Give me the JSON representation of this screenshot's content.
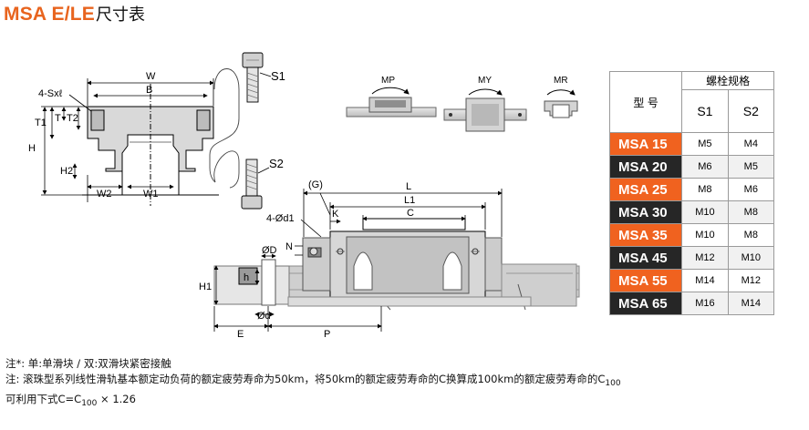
{
  "title": {
    "model": "MSA E/LE",
    "suffix": "尺寸表"
  },
  "diagram_labels": {
    "front": {
      "W": "W",
      "B": "B",
      "holes": "4-Sxℓ",
      "T1": "T1",
      "T": "T",
      "T2": "T2",
      "H": "H",
      "H2": "H2",
      "W2": "W2",
      "W1": "W1"
    },
    "bolts": {
      "S1": "S1",
      "S2": "S2"
    },
    "moments": {
      "MP": "MP",
      "MY": "MY",
      "MR": "MR"
    },
    "side": {
      "G": "(G)",
      "L": "L",
      "L1": "L1",
      "C": "C",
      "K": "K",
      "d1": "4-Ød1",
      "N": "N",
      "D": "ØD",
      "h": "h",
      "H1": "H1",
      "d": "Ød",
      "E": "E",
      "P": "P"
    }
  },
  "table": {
    "group_header": "螺栓规格",
    "model_header": "型 号",
    "col_s1": "S1",
    "col_s2": "S2",
    "rows": [
      {
        "model": "MSA 15",
        "s1": "M5",
        "s2": "M4",
        "style": "orange"
      },
      {
        "model": "MSA 20",
        "s1": "M6",
        "s2": "M5",
        "style": "dark"
      },
      {
        "model": "MSA 25",
        "s1": "M8",
        "s2": "M6",
        "style": "orange"
      },
      {
        "model": "MSA 30",
        "s1": "M10",
        "s2": "M8",
        "style": "dark"
      },
      {
        "model": "MSA 35",
        "s1": "M10",
        "s2": "M8",
        "style": "orange"
      },
      {
        "model": "MSA 45",
        "s1": "M12",
        "s2": "M10",
        "style": "dark"
      },
      {
        "model": "MSA 55",
        "s1": "M14",
        "s2": "M12",
        "style": "orange"
      },
      {
        "model": "MSA 65",
        "s1": "M16",
        "s2": "M14",
        "style": "dark"
      }
    ]
  },
  "notes": {
    "line1": "注*: 单:单滑块 / 双:双滑块紧密接触",
    "line2a": "注: 滚珠型系列线性滑轨基本额定动负荷的额定疲劳寿命为50km，将50km的额定疲劳寿命的C换算成100km的额定疲劳寿命的C",
    "line2sub": "100",
    "line3a": "可利用下式C=C",
    "line3sub": "100",
    "line3b": " × 1.26"
  }
}
